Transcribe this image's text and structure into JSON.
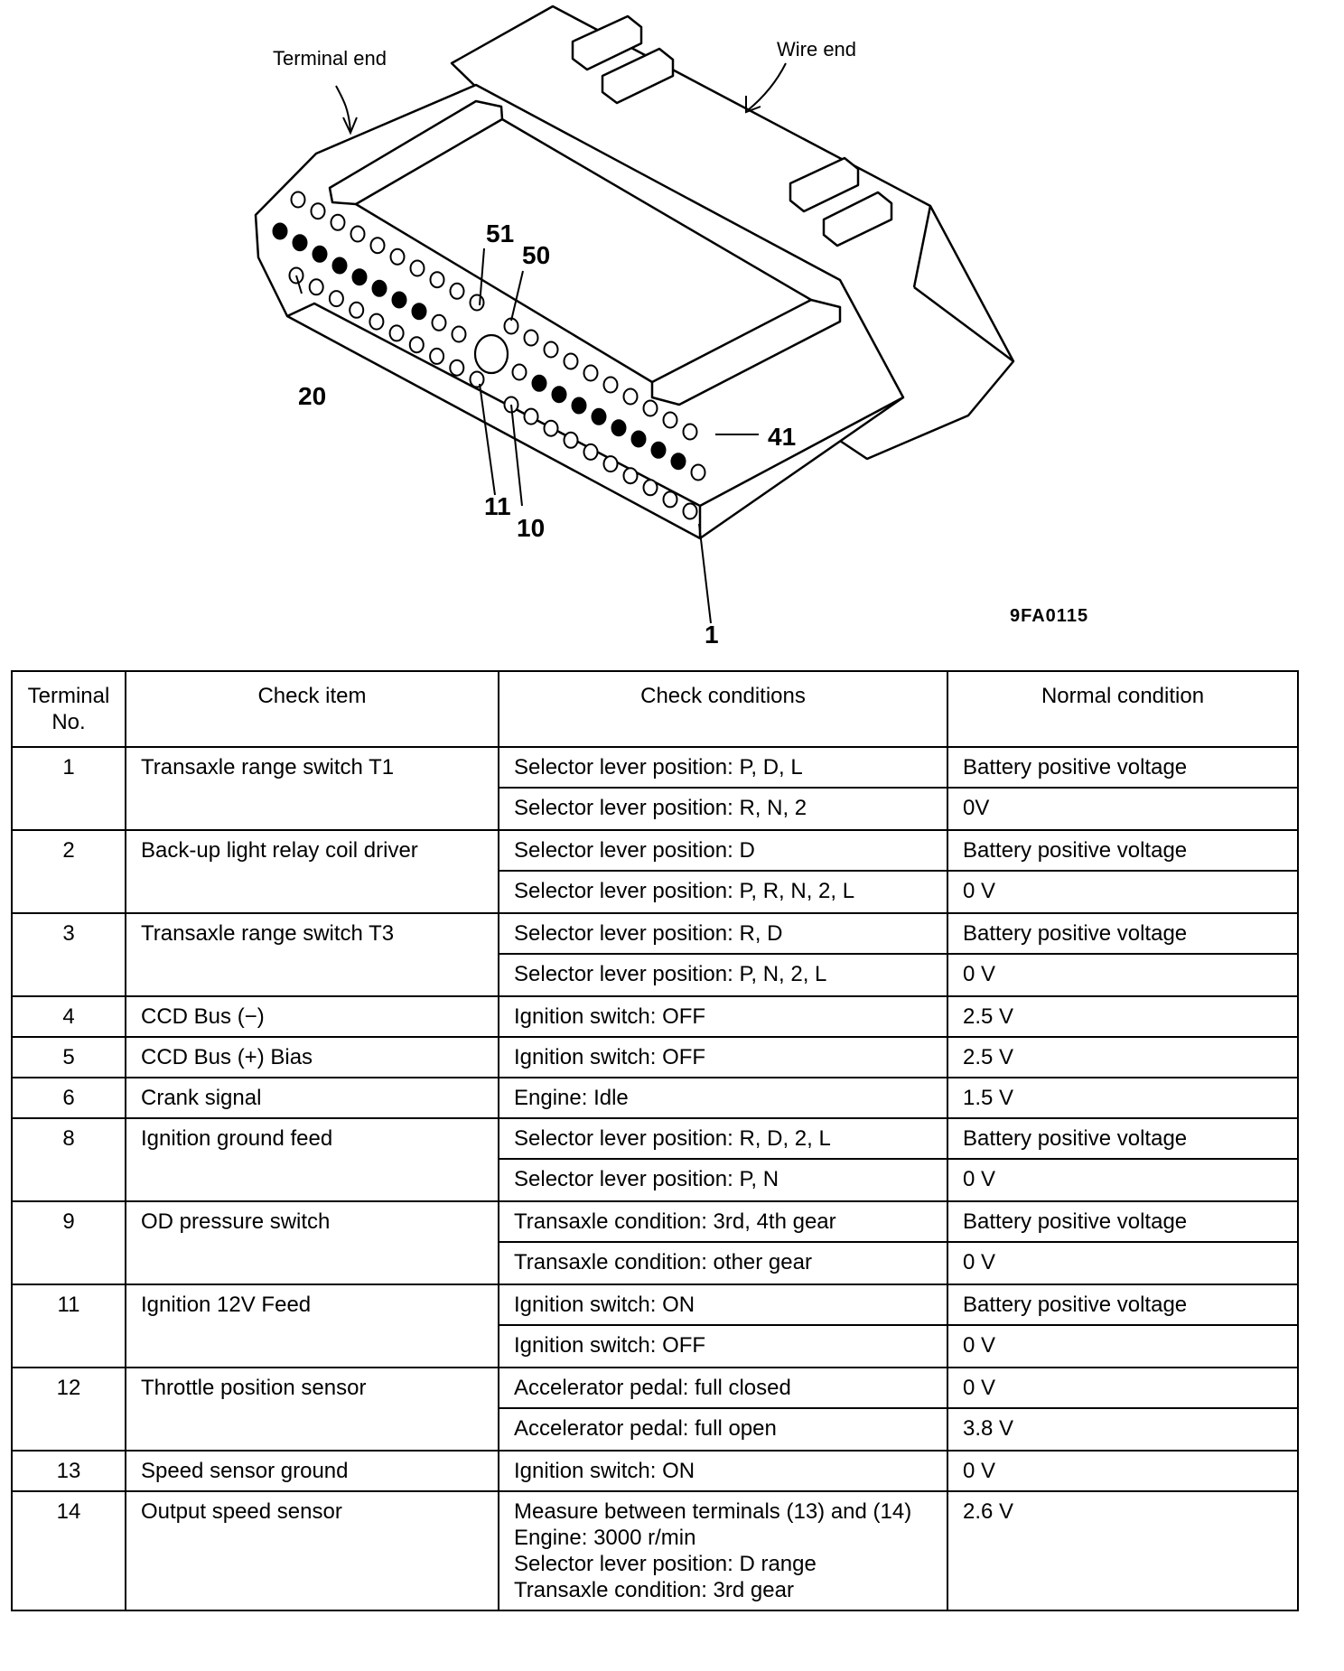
{
  "figure": {
    "callouts": {
      "terminal_end": "Terminal end",
      "wire_end": "Wire end"
    },
    "pin_labels": {
      "p51": "51",
      "p50": "50",
      "p20": "20",
      "p41": "41",
      "p11": "11",
      "p10": "10",
      "p1": "1"
    },
    "figure_code": "9FA0115"
  },
  "table": {
    "headers": {
      "terminal": "Terminal\nNo.",
      "check_item": "Check item",
      "check_conditions": "Check conditions",
      "normal_condition": "Normal condition"
    },
    "rows": [
      {
        "terminal": "1",
        "item": "Transaxle range switch T1",
        "checks": [
          {
            "condition": "Selector lever position: P, D, L",
            "normal": "Battery positive voltage"
          },
          {
            "condition": "Selector lever position: R, N, 2",
            "normal": "0V"
          }
        ]
      },
      {
        "terminal": "2",
        "item": "Back-up light relay coil driver",
        "checks": [
          {
            "condition": "Selector lever position: D",
            "normal": "Battery positive voltage"
          },
          {
            "condition": "Selector lever position: P, R, N, 2, L",
            "normal": "0 V"
          }
        ]
      },
      {
        "terminal": "3",
        "item": "Transaxle range switch T3",
        "checks": [
          {
            "condition": "Selector lever position: R, D",
            "normal": "Battery positive voltage"
          },
          {
            "condition": "Selector lever position: P, N, 2, L",
            "normal": "0 V"
          }
        ]
      },
      {
        "terminal": "4",
        "item": "CCD Bus (−)",
        "checks": [
          {
            "condition": "Ignition switch: OFF",
            "normal": "2.5 V"
          }
        ]
      },
      {
        "terminal": "5",
        "item": "CCD Bus (+) Bias",
        "checks": [
          {
            "condition": "Ignition switch: OFF",
            "normal": "2.5 V"
          }
        ]
      },
      {
        "terminal": "6",
        "item": "Crank signal",
        "checks": [
          {
            "condition": "Engine: Idle",
            "normal": "1.5 V"
          }
        ]
      },
      {
        "terminal": "8",
        "item": "Ignition ground feed",
        "checks": [
          {
            "condition": "Selector lever position: R, D, 2, L",
            "normal": "Battery positive voltage"
          },
          {
            "condition": "Selector lever position: P, N",
            "normal": "0 V"
          }
        ]
      },
      {
        "terminal": "9",
        "item": "OD pressure switch",
        "checks": [
          {
            "condition": "Transaxle condition: 3rd, 4th gear",
            "normal": "Battery positive voltage"
          },
          {
            "condition": "Transaxle condition: other gear",
            "normal": "0 V"
          }
        ]
      },
      {
        "terminal": "11",
        "item": "Ignition 12V Feed",
        "checks": [
          {
            "condition": "Ignition switch: ON",
            "normal": "Battery positive voltage"
          },
          {
            "condition": "Ignition switch: OFF",
            "normal": "0 V"
          }
        ]
      },
      {
        "terminal": "12",
        "item": "Throttle position sensor",
        "checks": [
          {
            "condition": "Accelerator pedal: full closed",
            "normal": "0 V"
          },
          {
            "condition": "Accelerator pedal: full open",
            "normal": "3.8 V"
          }
        ]
      },
      {
        "terminal": "13",
        "item": "Speed sensor ground",
        "checks": [
          {
            "condition": "Ignition switch: ON",
            "normal": "0 V"
          }
        ]
      },
      {
        "terminal": "14",
        "item": "Output speed sensor",
        "checks": [
          {
            "condition": "Measure between terminals (13) and (14)\nEngine: 3000 r/min\nSelector lever position: D range\nTransaxle condition: 3rd gear",
            "normal": "2.6 V"
          }
        ]
      }
    ]
  }
}
